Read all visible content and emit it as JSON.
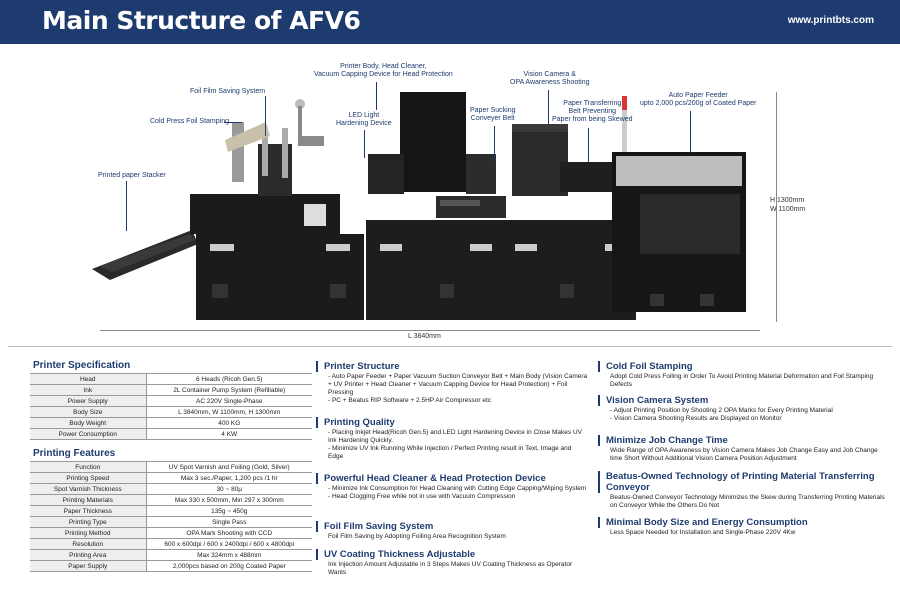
{
  "header": {
    "title": "Main Structure of AFV6",
    "url": "www.printbts.com"
  },
  "callouts": {
    "foil_film": "Foil Film Saving System",
    "cold_press": "Cold Press Foil Stamping",
    "stacker": "Printed paper Stacker",
    "printer_body": "Printer Body, Head Cleaner,\nVacuum Capping Device for Head Protection",
    "led": "LED Light\nHardening Device",
    "paper_sucking": "Paper Sucking\nConveyer Belt",
    "vision": "Vision Camera &\nOPA Awareness Shooting",
    "transferring": "Paper Transferring\nBelt Preventing\nPaper from being Skewed",
    "feeder": "Auto Paper Feeder\nupto 2,000 pcs/200g of Coated Paper",
    "height_width": "H 1300mm\nW 1100mm",
    "length": "L 3840mm"
  },
  "printer_spec": {
    "title": "Printer Specification",
    "rows": [
      [
        "Head",
        "6 Heads (Ricoh Gen.5)"
      ],
      [
        "Ink",
        "2L Container Pump System (Refillable)"
      ],
      [
        "Power Supply",
        "AC 220V Single-Phase"
      ],
      [
        "Body Size",
        "L 3840mm, W 1100mm, H 1300mm"
      ],
      [
        "Body Weight",
        "400 KG"
      ],
      [
        "Power Consumption",
        "4 KW"
      ]
    ]
  },
  "printing_features": {
    "title": "Printing Features",
    "rows": [
      [
        "Function",
        "UV Spot Varnish and Foiling (Gold, Silver)"
      ],
      [
        "Printing Speed",
        "Max 3 sec./Paper, 1,200 pcs /1 hr"
      ],
      [
        "Spot Varnish Thickness",
        "30 ~ 80μ"
      ],
      [
        "Printing Materials",
        "Max 330 x 500mm, Min 297 x 300mm"
      ],
      [
        "Paper Thickness",
        "135g ~ 450g"
      ],
      [
        "Printing Type",
        "Single Pass"
      ],
      [
        "Printing Method",
        "OPA Mark Shooting with CCD"
      ],
      [
        "Resolution",
        "600 x 600dpi / 600 x 2400dpi / 600 x 4800dpi"
      ],
      [
        "Printing Area",
        "Max 324mm x 488mm"
      ],
      [
        "Paper Supply",
        "2,000pcs based on 200g Coated Paper"
      ]
    ]
  },
  "features_mid": [
    {
      "title": "Printer Structure",
      "items": [
        "- Auto Paper Feeder + Paper Vacuum Suction Conveyor Belt + Main Body (Vision Camera + UV Printer + Head Cleaner + Vacuum Capping Device for Head Protection) + Foil  Pressing",
        "- PC + Beatus RIP Software + 2.5HP Air Compressor etc"
      ]
    },
    {
      "title": "Printing Quality",
      "items": [
        "- Placing Inkjet Head(Ricoh Gen.5) and LED Light Hardening Device in Close Makes UV Ink Hardening Quickly.",
        "- Minimize UV Ink Running While Injection / Perfect Printing result in Text, Image and Edge"
      ]
    },
    {
      "title": "Powerful Head Cleaner & Head Protection Device",
      "items": [
        "- Minimize Ink Consumption for Head Cleaning with Cutting Edge Capping/Wiping System",
        "- Head Clogging Free while not in use with Vacuum Compression"
      ]
    },
    {
      "title": "Foil Film Saving System",
      "text": "Foil Film Saving by Adopting Foiling Area Recognition System"
    },
    {
      "title": "UV Coating Thickness Adjustable",
      "text": "Ink Injection Amount Adjustable in 3 Steps Makes UV Coating Thickness as Operator Wants"
    }
  ],
  "features_right": [
    {
      "title": "Cold Foil Stamping",
      "text": "Adopt Cold Press Foiling in Order To Avoid Printing Material Deformation and Foil Stamping Defects"
    },
    {
      "title": "Vision Camera System",
      "items": [
        "- Adjust Printing Position by Shooting 2 OPA Marks for Every Printing Material",
        "- Vision Camera Shooting Results are Displayed on Monitor"
      ]
    },
    {
      "title": "Minimize Job Change Time",
      "text": "Wide Range of OPA Awareness by Vision Camera Makes Job Change Easy and Job Change time Short Without Additional Vision Camera Position Adjustment"
    },
    {
      "title": "Beatus-Owned Technology of Printing Material Transferring Conveyor",
      "text": "Beatus-Owned Conveyor Technology Minimizes the Skew during Transferring Printing Materials on Conveyor While the Others Do Not"
    },
    {
      "title": "Minimal Body Size and Energy Consumption",
      "text": "Less Space Needed for Installation and Single-Phase 220V 4Kw"
    }
  ],
  "colors": {
    "header": "#1d3b6e",
    "accent": "#1d3b6e",
    "machine": "#1b1b1b"
  }
}
